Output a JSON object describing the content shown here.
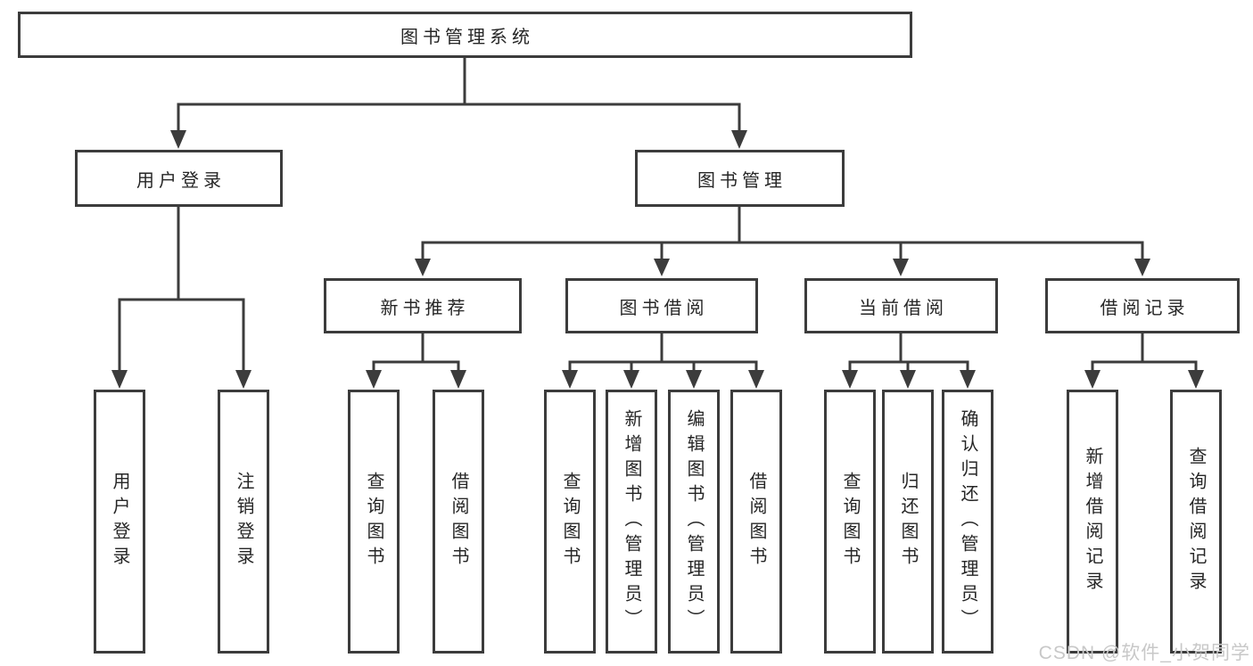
{
  "diagram": {
    "type": "hierarchy-tree",
    "nodes": {
      "root": {
        "label": "图书管理系统"
      },
      "user_login": {
        "label": "用户登录"
      },
      "book_management": {
        "label": "图书管理"
      },
      "new_book_recommend": {
        "label": "新书推荐"
      },
      "book_borrowing": {
        "label": "图书借阅"
      },
      "current_borrowing": {
        "label": "当前借阅"
      },
      "borrowing_records": {
        "label": "借阅记录"
      },
      "leaf_user_login": {
        "label": "用户登录"
      },
      "leaf_logout": {
        "label": "注销登录"
      },
      "leaf_query_books_rec": {
        "label": "查询图书"
      },
      "leaf_borrow_books_rec": {
        "label": "借阅图书"
      },
      "leaf_query_books_bor": {
        "label": "查询图书"
      },
      "leaf_add_books_admin": {
        "label": "新增图书（管理员）"
      },
      "leaf_edit_books_admin": {
        "label": "编辑图书（管理员）"
      },
      "leaf_borrow_books_bor": {
        "label": "借阅图书"
      },
      "leaf_query_books_cur": {
        "label": "查询图书"
      },
      "leaf_return_books": {
        "label": "归还图书"
      },
      "leaf_confirm_return_admin": {
        "label": "确认归还（管理员）"
      },
      "leaf_add_borrow_record": {
        "label": "新增借阅记录"
      },
      "leaf_query_borrow_record": {
        "label": "查询借阅记录"
      }
    },
    "hierarchy": {
      "图书管理系统": {
        "用户登录": [
          "用户登录",
          "注销登录"
        ],
        "图书管理": {
          "新书推荐": [
            "查询图书",
            "借阅图书"
          ],
          "图书借阅": [
            "查询图书",
            "新增图书（管理员）",
            "编辑图书（管理员）",
            "借阅图书"
          ],
          "当前借阅": [
            "查询图书",
            "归还图书",
            "确认归还（管理员）"
          ],
          "借阅记录": [
            "新增借阅记录",
            "查询借阅记录"
          ]
        }
      }
    },
    "colors": {
      "line": "#3c3c3c",
      "box_border": "#3c3c3c",
      "text": "#262626",
      "background": "#ffffff"
    }
  },
  "watermark": {
    "text": "CSDN @软件_小贺同学",
    "color": "#c8c8c8"
  }
}
